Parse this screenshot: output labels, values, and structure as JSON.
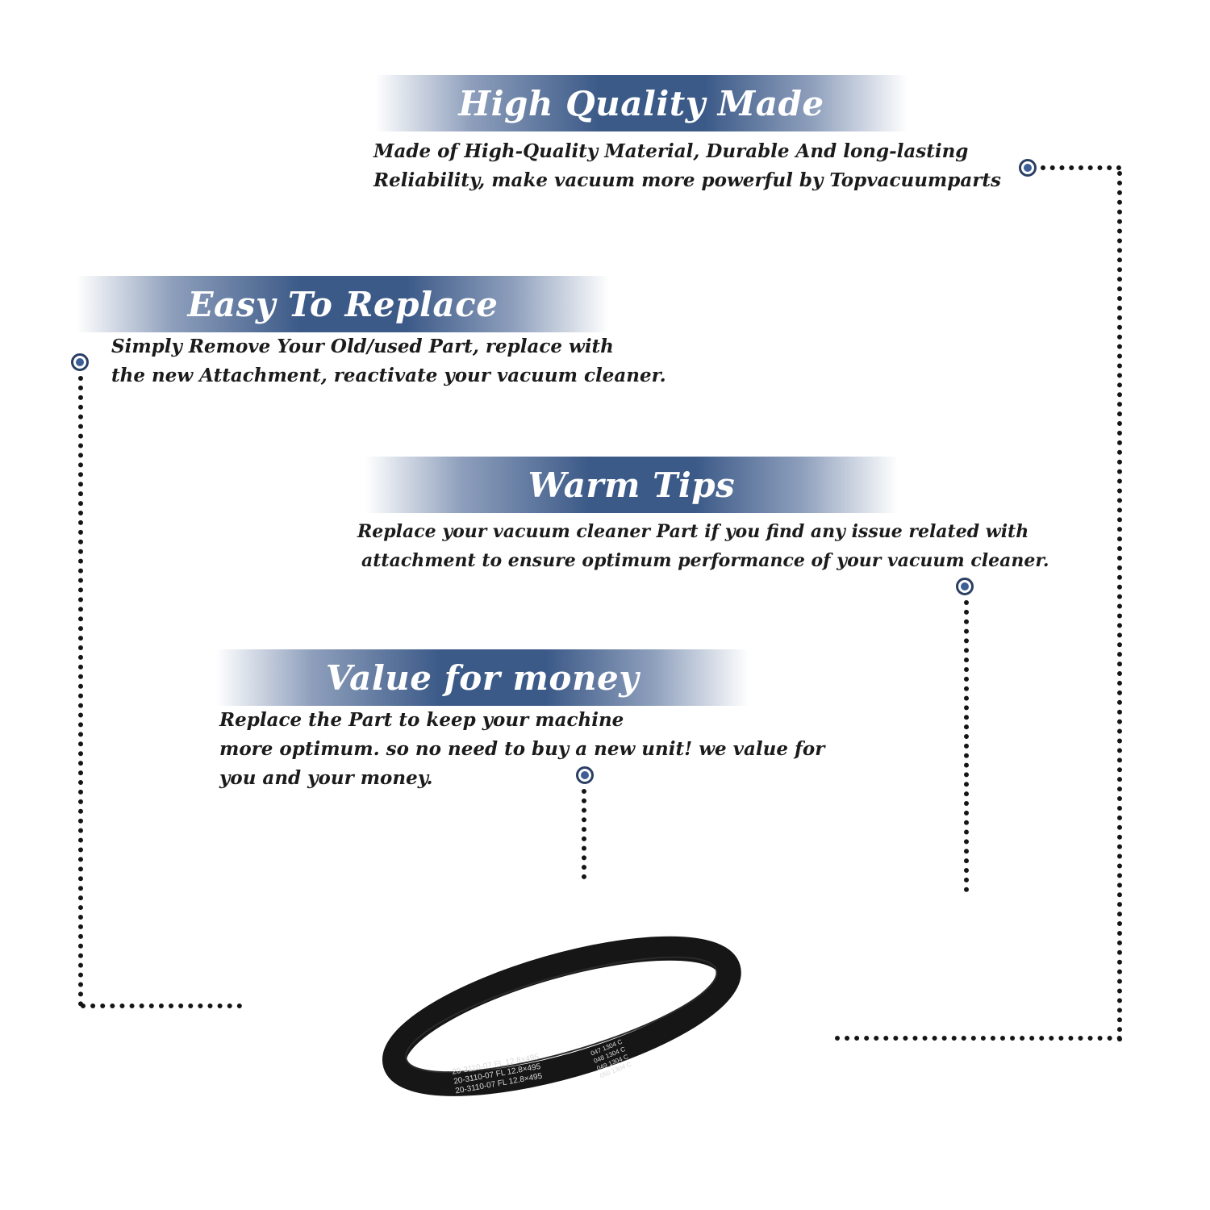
{
  "sections": [
    {
      "title": "High Quality Made",
      "lines": [
        "Made of  High-Quality Material, Durable And long-lasting",
        "Reliability, make vacuum more powerful by Topvacuumparts"
      ]
    },
    {
      "title": "Easy To Replace",
      "lines": [
        "Simply Remove Your Old/used Part, replace with",
        "the new Attachment, reactivate your vacuum cleaner."
      ]
    },
    {
      "title": "Warm Tips",
      "lines": [
        "Replace your vacuum cleaner Part if you find any issue related with",
        "attachment to ensure optimum performance of your vacuum cleaner."
      ]
    },
    {
      "title": "Value for money",
      "lines": [
        "Replace the Part to keep your machine",
        "more optimum. so no need to buy a new unit! we value for",
        "you and your money."
      ]
    }
  ],
  "belt_print": {
    "line1": "20-3110-07   FL 12.8×495",
    "line2": "20-3110-07   FL 12.8×495",
    "line3": "20-3110-07   FL 12.8×495",
    "side1": "047 1304 C",
    "side2": "048 1304 C",
    "side3": "049 1304 C",
    "side4": "050 1304 C"
  },
  "colors": {
    "banner_dark": "#3c5a88",
    "banner_light": "#8e9fbc",
    "marker_fill": "#3d5e96",
    "marker_ring": "#2b3f63",
    "belt": "#161616",
    "text": "#1b1b1b"
  }
}
